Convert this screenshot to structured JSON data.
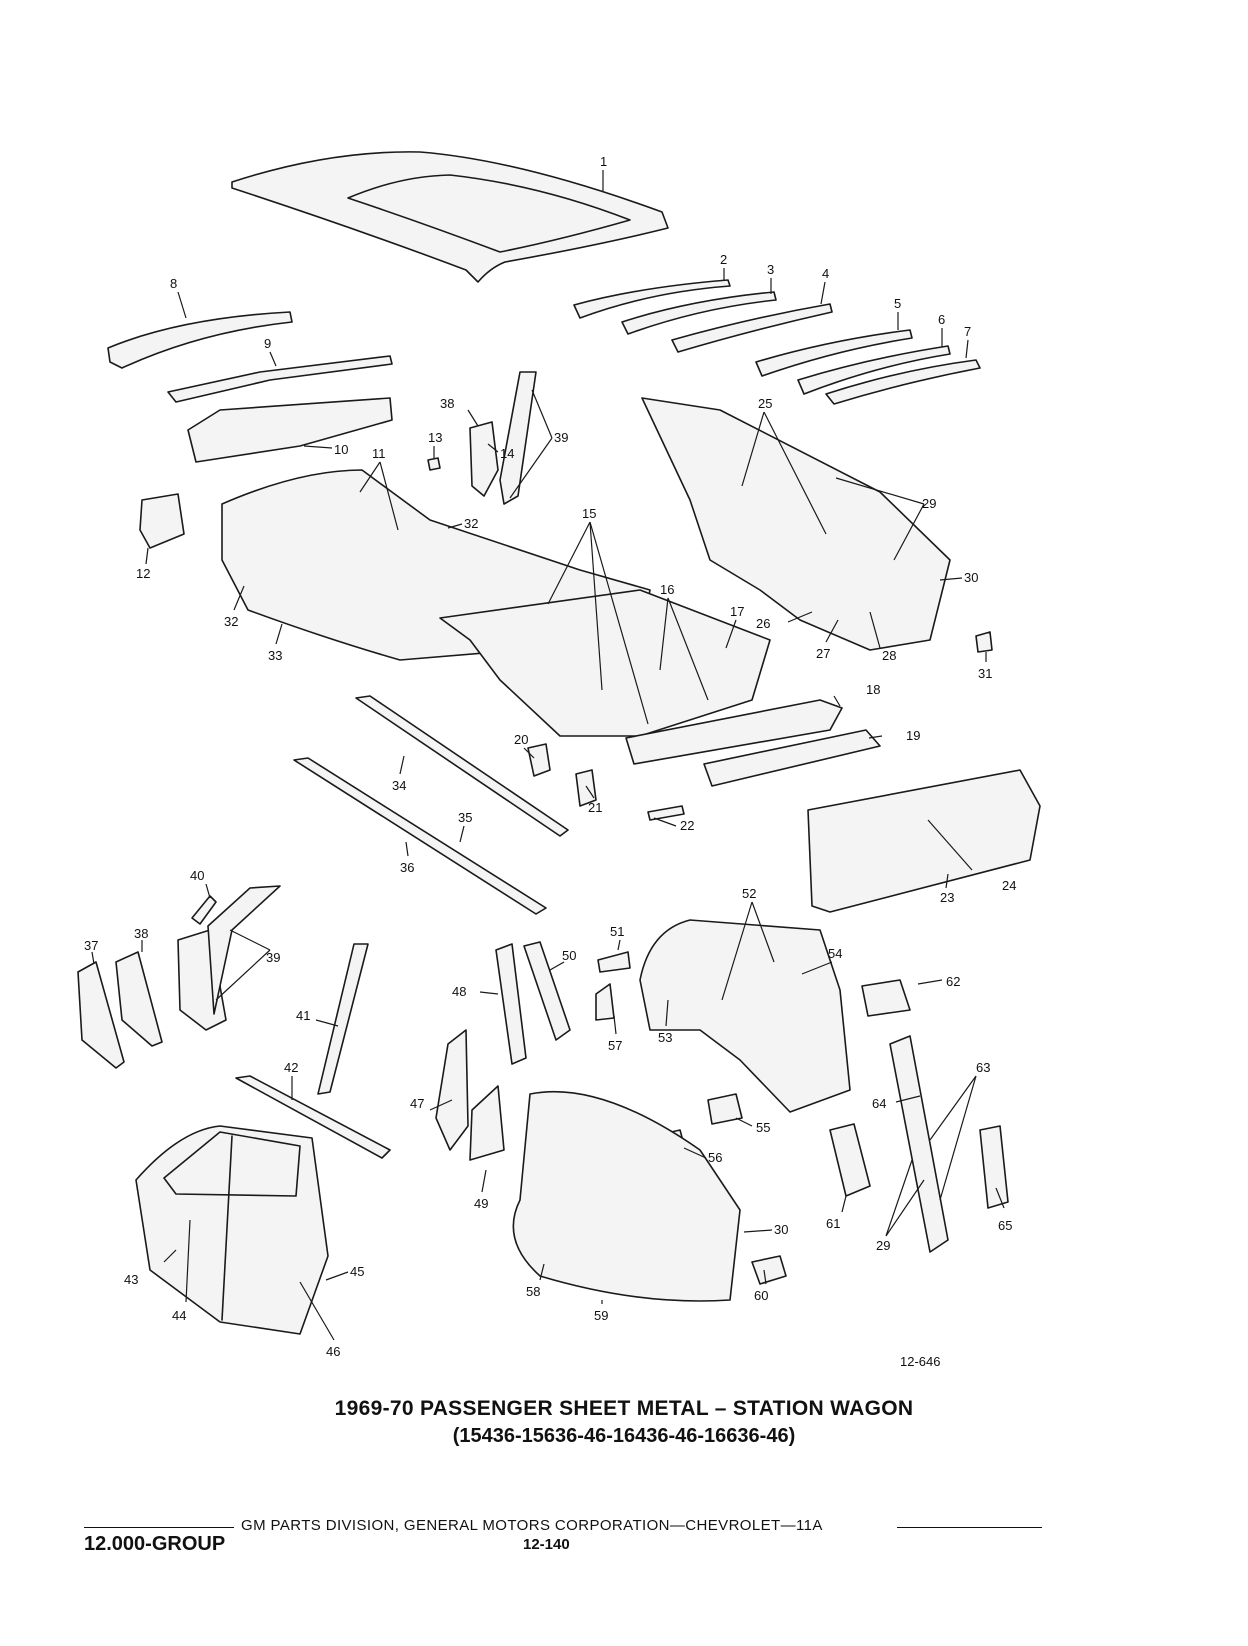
{
  "title": {
    "line1": "1969-70 PASSENGER SHEET METAL – STATION WAGON",
    "line2": "(15436-15636-46-16436-46-16636-46)"
  },
  "figure_number": "12-646",
  "footer": {
    "line": "GM PARTS DIVISION, GENERAL MOTORS CORPORATION—CHEVROLET—11A",
    "group": "12.000-GROUP",
    "page": "12-140"
  },
  "callouts": [
    {
      "id": "c1",
      "text": "1"
    },
    {
      "id": "c2",
      "text": "2"
    },
    {
      "id": "c3",
      "text": "3"
    },
    {
      "id": "c4",
      "text": "4"
    },
    {
      "id": "c5",
      "text": "5"
    },
    {
      "id": "c6",
      "text": "6"
    },
    {
      "id": "c7",
      "text": "7"
    },
    {
      "id": "c8",
      "text": "8"
    },
    {
      "id": "c9",
      "text": "9"
    },
    {
      "id": "c10",
      "text": "10"
    },
    {
      "id": "c11",
      "text": "11"
    },
    {
      "id": "c12",
      "text": "12"
    },
    {
      "id": "c13",
      "text": "13"
    },
    {
      "id": "c14",
      "text": "14"
    },
    {
      "id": "c15",
      "text": "15"
    },
    {
      "id": "c16",
      "text": "16"
    },
    {
      "id": "c17",
      "text": "17"
    },
    {
      "id": "c18",
      "text": "18"
    },
    {
      "id": "c19",
      "text": "19"
    },
    {
      "id": "c20",
      "text": "20"
    },
    {
      "id": "c21",
      "text": "21"
    },
    {
      "id": "c22",
      "text": "22"
    },
    {
      "id": "c23",
      "text": "23"
    },
    {
      "id": "c24",
      "text": "24"
    },
    {
      "id": "c25",
      "text": "25"
    },
    {
      "id": "c26",
      "text": "26"
    },
    {
      "id": "c27",
      "text": "27"
    },
    {
      "id": "c28",
      "text": "28"
    },
    {
      "id": "c29a",
      "text": "29"
    },
    {
      "id": "c29b",
      "text": "29"
    },
    {
      "id": "c30a",
      "text": "30"
    },
    {
      "id": "c30b",
      "text": "30"
    },
    {
      "id": "c31",
      "text": "31"
    },
    {
      "id": "c32a",
      "text": "32"
    },
    {
      "id": "c32b",
      "text": "32"
    },
    {
      "id": "c33",
      "text": "33"
    },
    {
      "id": "c34",
      "text": "34"
    },
    {
      "id": "c35",
      "text": "35"
    },
    {
      "id": "c36",
      "text": "36"
    },
    {
      "id": "c37",
      "text": "37"
    },
    {
      "id": "c38a",
      "text": "38"
    },
    {
      "id": "c38b",
      "text": "38"
    },
    {
      "id": "c39a",
      "text": "39"
    },
    {
      "id": "c39b",
      "text": "39"
    },
    {
      "id": "c40",
      "text": "40"
    },
    {
      "id": "c41",
      "text": "41"
    },
    {
      "id": "c42",
      "text": "42"
    },
    {
      "id": "c43",
      "text": "43"
    },
    {
      "id": "c44",
      "text": "44"
    },
    {
      "id": "c45",
      "text": "45"
    },
    {
      "id": "c46",
      "text": "46"
    },
    {
      "id": "c47",
      "text": "47"
    },
    {
      "id": "c48",
      "text": "48"
    },
    {
      "id": "c49",
      "text": "49"
    },
    {
      "id": "c50",
      "text": "50"
    },
    {
      "id": "c51",
      "text": "51"
    },
    {
      "id": "c52",
      "text": "52"
    },
    {
      "id": "c53",
      "text": "53"
    },
    {
      "id": "c54",
      "text": "54"
    },
    {
      "id": "c55",
      "text": "55"
    },
    {
      "id": "c56",
      "text": "56"
    },
    {
      "id": "c57",
      "text": "57"
    },
    {
      "id": "c58",
      "text": "58"
    },
    {
      "id": "c59",
      "text": "59"
    },
    {
      "id": "c60",
      "text": "60"
    },
    {
      "id": "c61",
      "text": "61"
    },
    {
      "id": "c62",
      "text": "62"
    },
    {
      "id": "c63",
      "text": "63"
    },
    {
      "id": "c64",
      "text": "64"
    },
    {
      "id": "c65",
      "text": "65"
    }
  ]
}
